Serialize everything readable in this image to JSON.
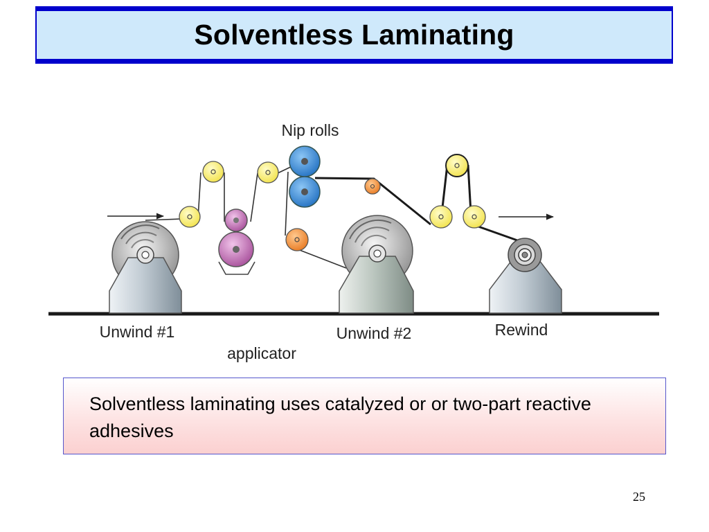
{
  "slide": {
    "title": "Solventless Laminating",
    "page_number": "25"
  },
  "diagram": {
    "labels": {
      "nip_rolls": "Nip rolls",
      "unwind_1": "Unwind #1",
      "unwind_2": "Unwind #2",
      "rewind": "Rewind",
      "applicator": "applicator"
    },
    "colors": {
      "idler_roll": "#fff58a",
      "nip_roll": "#3a8fd8",
      "applicator_roll": "#c471b4",
      "guide_roll": "#f2923a",
      "machine_body": "#b9c6cf",
      "floor_line": "#1a1a1a"
    }
  },
  "callout": {
    "text": "Solventless laminating uses catalyzed or or two-part reactive adhesives"
  }
}
